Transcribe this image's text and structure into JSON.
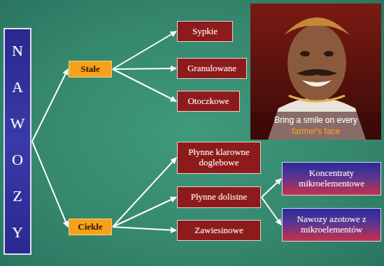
{
  "diagram": {
    "nodes": [
      {
        "text": [
          "NAWOZY"
        ]
      },
      {
        "text": [
          "Stałe"
        ]
      },
      {
        "text": [
          "Ciekłe"
        ]
      },
      {
        "text": [
          "Sypkie"
        ]
      },
      {
        "text": [
          "Granulowane"
        ]
      },
      {
        "text": [
          "Otoczkowe"
        ]
      },
      {
        "text": [
          "Płynne klarowne doglebowe"
        ]
      },
      {
        "text": [
          "Płynne dolistne"
        ]
      },
      {
        "text": [
          "Zawiesinowe"
        ]
      },
      {
        "text": [
          "Koncentraty mikroelementowe"
        ]
      },
      {
        "text": [
          "Nawozy azotowe z mikroelementów"
        ]
      }
    ],
    "edges": [
      {
        "from": 0,
        "to": 1,
        "arrow": "to"
      },
      {
        "from": 0,
        "to": 2,
        "arrow": "to"
      },
      {
        "from": 1,
        "to": 3,
        "arrow": "to"
      },
      {
        "from": 1,
        "to": 4,
        "arrow": "to"
      },
      {
        "from": 1,
        "to": 5,
        "arrow": "to"
      },
      {
        "from": 2,
        "to": 6,
        "arrow": "to"
      },
      {
        "from": 2,
        "to": 7,
        "arrow": "to"
      },
      {
        "from": 2,
        "to": 8,
        "arrow": "to"
      },
      {
        "from": 7,
        "to": 9,
        "arrow": "to"
      },
      {
        "from": 7,
        "to": 10,
        "arrow": "to"
      }
    ],
    "labels": [
      "Bring a smile on every",
      "farmer's face"
    ]
  }
}
